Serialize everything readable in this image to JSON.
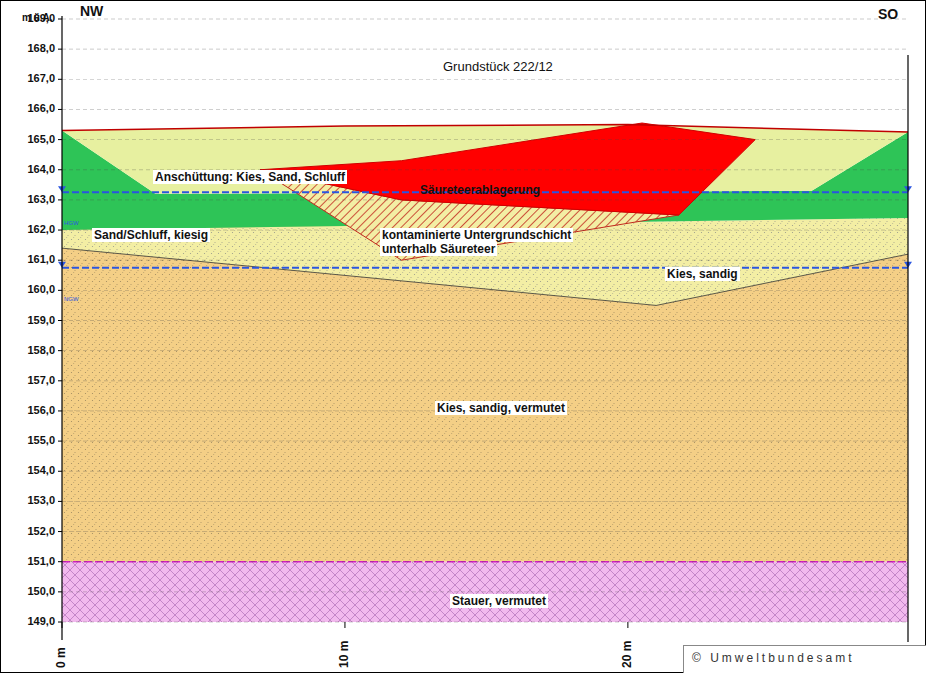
{
  "diagram": {
    "labels": [
      "m ü.A.",
      "NW",
      "SO",
      "169,0",
      "168,0",
      "167,0",
      "166,0",
      "165,0",
      "164,0",
      "163,0",
      "162,0",
      "161,0",
      "160,0",
      "159,0",
      "158,0",
      "157,0",
      "156,0",
      "155,0",
      "154,0",
      "153,0",
      "152,0",
      "151,0",
      "150,0",
      "149,0",
      "0 m",
      "10 m",
      "20 m",
      "Grundstück 222/12",
      "Anschüttung: Kies, Sand, Schluff",
      "Säureteerablagerung",
      "Sand/Schluff, kiesig",
      "kontaminierte Untergrundschicht unterhalb Säureteer",
      "Kies, sandig",
      "Kies, sandig, vermutet",
      "Stauer, vermutet",
      "HGW",
      "NGW",
      "© Umweltbundesamt"
    ]
  }
}
